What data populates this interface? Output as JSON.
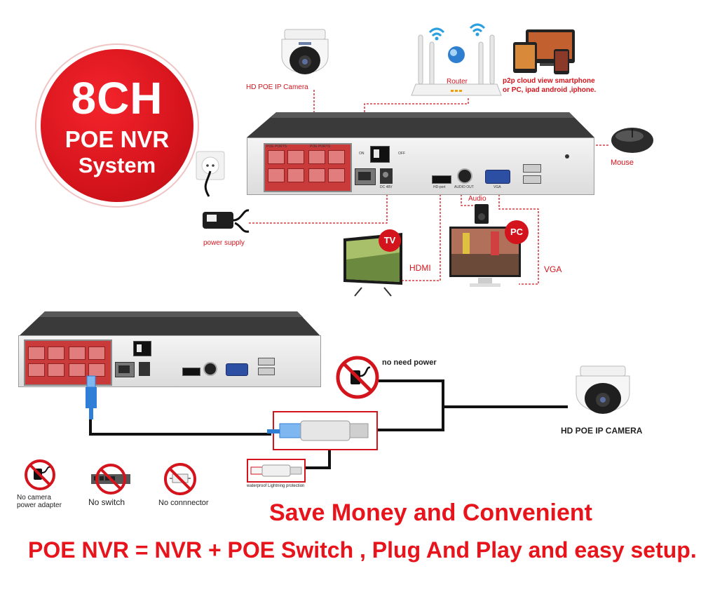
{
  "badge": {
    "line1": "8CH",
    "line2": "POE NVR",
    "line3": "System"
  },
  "top_diagram": {
    "camera_label": "HD POE IP Camera",
    "router_label": "Router",
    "p2p_label_1": "p2p cloud  view smartphone",
    "p2p_label_2": "or PC, ipad android ,iphone.",
    "mouse_label": "Mouse",
    "power_label": "power supply",
    "audio_label": "Audio",
    "tv_badge": "TV",
    "pc_badge": "PC",
    "hdmi_label": "HDMI",
    "vga_label": "VGA",
    "nvr_ports": {
      "poe_ports_1": "POE PORTS",
      "poe_ports_2": "POE PORTS",
      "on": "ON",
      "off": "OFF",
      "dc": "DC 48V",
      "hd_port": "HD-port",
      "audio_out": "AUDIO OUT",
      "vga": "VGA"
    }
  },
  "bottom_diagram": {
    "no_need_power": "no need power",
    "camera_label": "HD POE IP CAMERA",
    "waterproof": "waterproof Lightning protection",
    "no_adapter_1": "No camera",
    "no_adapter_2": "power adapter",
    "no_switch": "No switch",
    "no_connector": "No connnector"
  },
  "headline": "Save Money and Convenient",
  "subline": "POE NVR = NVR + POE Switch , Plug And Play and easy setup.",
  "colors": {
    "accent_red": "#e8141c",
    "badge_red": "#d6141c",
    "cable_blue": "#2f7fd6"
  }
}
